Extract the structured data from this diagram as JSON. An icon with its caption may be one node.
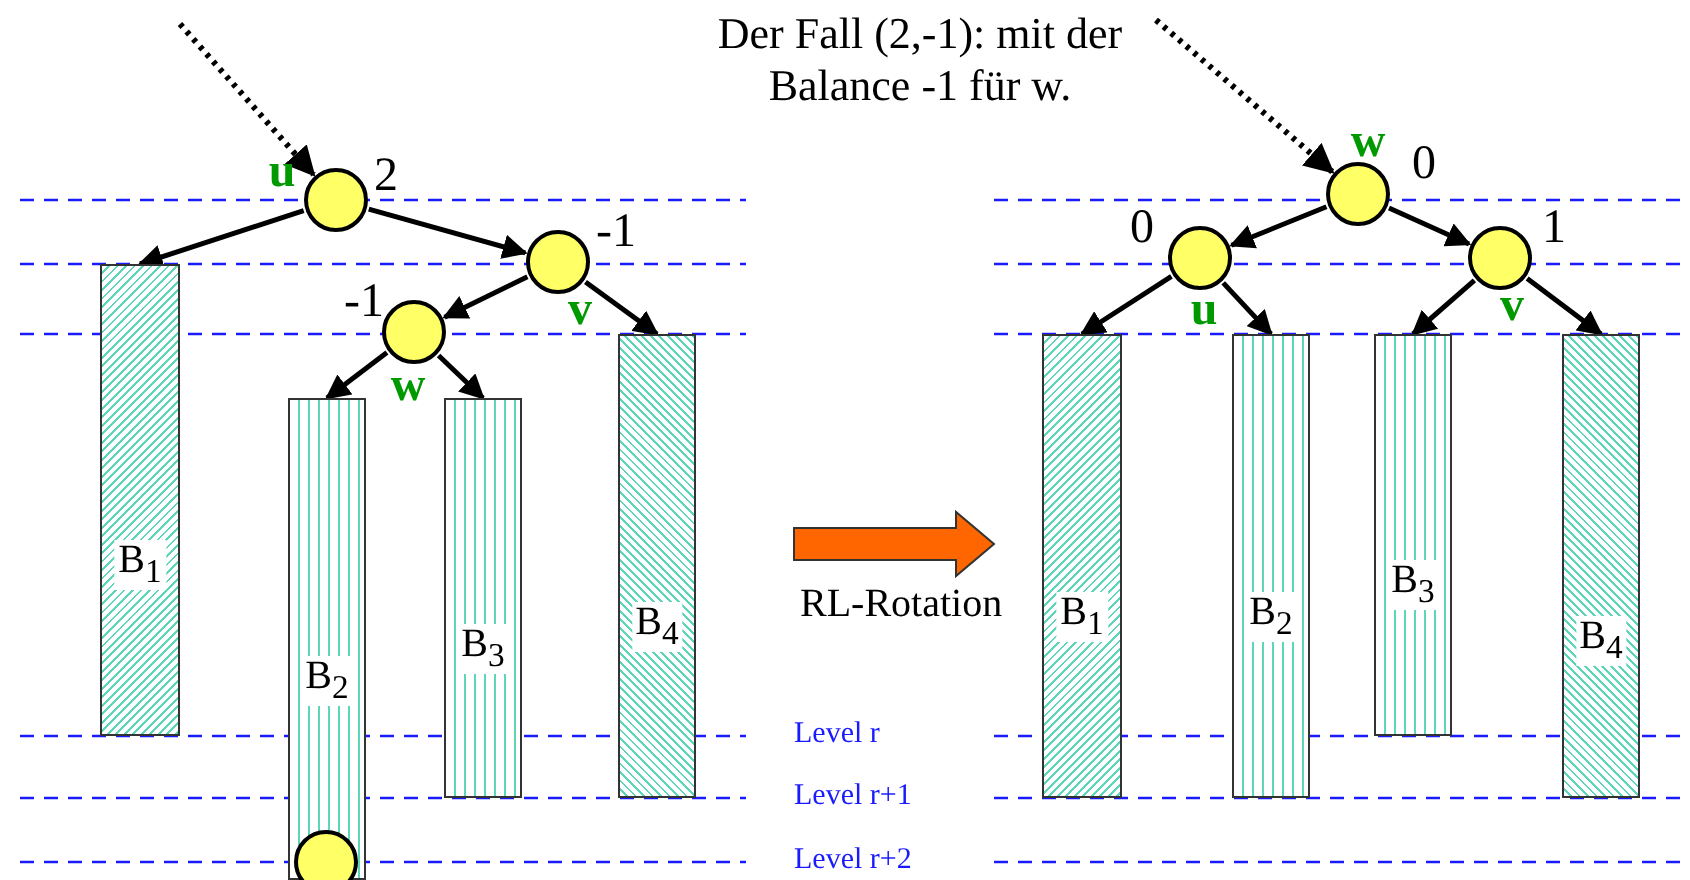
{
  "diagram": {
    "title": "Der Fall (2,-1): mit der Balance -1 für w.",
    "nodes": [
      {
        "text": [],
        "shape": "circle",
        "beside": [
          "u",
          "2"
        ]
      },
      {
        "text": [],
        "shape": "circle",
        "beside": [
          "-1",
          "v"
        ]
      },
      {
        "text": [],
        "shape": "circle",
        "beside": [
          "-1",
          "w"
        ]
      },
      {
        "text": [
          "B$_{1}$"
        ]
      },
      {
        "text": [
          "B$_{2}$"
        ]
      },
      {
        "text": [
          "B$_{3}$"
        ]
      },
      {
        "text": [
          "B$_{4}$"
        ]
      },
      {
        "text": [],
        "shape": "circle"
      },
      {
        "text": [],
        "shape": "circle",
        "beside": [
          "w",
          "0"
        ]
      },
      {
        "text": [],
        "shape": "circle",
        "beside": [
          "0",
          "u"
        ]
      },
      {
        "text": [],
        "shape": "circle",
        "beside": [
          "1",
          "v"
        ]
      },
      {
        "text": [
          "B$_{1}$"
        ]
      },
      {
        "text": [
          "B$_{2}$"
        ]
      },
      {
        "text": [
          "B$_{3}$"
        ]
      },
      {
        "text": [
          "B$_{4}$"
        ]
      }
    ],
    "edges": [
      {
        "from": null,
        "to": 0,
        "arrow": "to",
        "style": "dashed"
      },
      {
        "from": 0,
        "to": 3,
        "arrow": "to"
      },
      {
        "from": 0,
        "to": 1,
        "arrow": "to"
      },
      {
        "from": 1,
        "to": 2,
        "arrow": "to"
      },
      {
        "from": 1,
        "to": 6,
        "arrow": "to"
      },
      {
        "from": 2,
        "to": 4,
        "arrow": "to"
      },
      {
        "from": 2,
        "to": 5,
        "arrow": "to"
      },
      {
        "from": null,
        "to": 8,
        "arrow": "to",
        "style": "dashed"
      },
      {
        "from": 8,
        "to": 9,
        "arrow": "to"
      },
      {
        "from": 8,
        "to": 10,
        "arrow": "to"
      },
      {
        "from": 9,
        "to": 11,
        "arrow": "to"
      },
      {
        "from": 9,
        "to": 12,
        "arrow": "to"
      },
      {
        "from": 10,
        "to": 13,
        "arrow": "to"
      },
      {
        "from": 10,
        "to": 14,
        "arrow": "to"
      }
    ],
    "labels": [
      "RL-Rotation",
      "Level r",
      "Level r+1",
      "Level r+2"
    ]
  }
}
